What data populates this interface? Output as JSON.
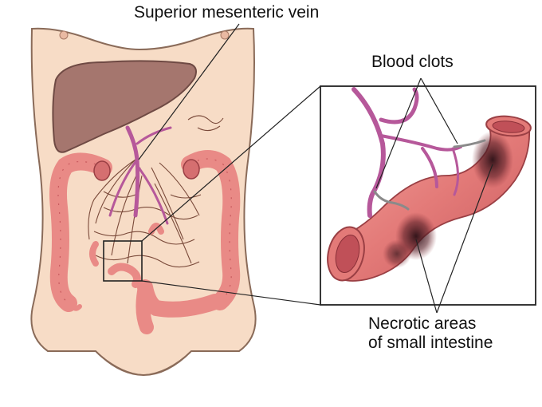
{
  "labels": {
    "superior_mesenteric_vein": "Superior mesenteric vein",
    "blood_clots": "Blood clots",
    "necrotic_line1": "Necrotic areas",
    "necrotic_line2": "of small intestine"
  },
  "colors": {
    "skin": "#f7dcc6",
    "skin_outline": "#8a6b59",
    "liver": "#a5766e",
    "intestine": "#e98a86",
    "intestine_dark": "#c85a5e",
    "vein": "#b6589a",
    "necrotic": "#3a1c22",
    "vessel_lines": "#7a4a3a",
    "leader_lines": "#222222"
  },
  "icons": [
    "torso-illustration",
    "liver-illustration",
    "colon-illustration",
    "mesentery-network",
    "intestine-segment-illustration",
    "blood-clot-marker"
  ]
}
